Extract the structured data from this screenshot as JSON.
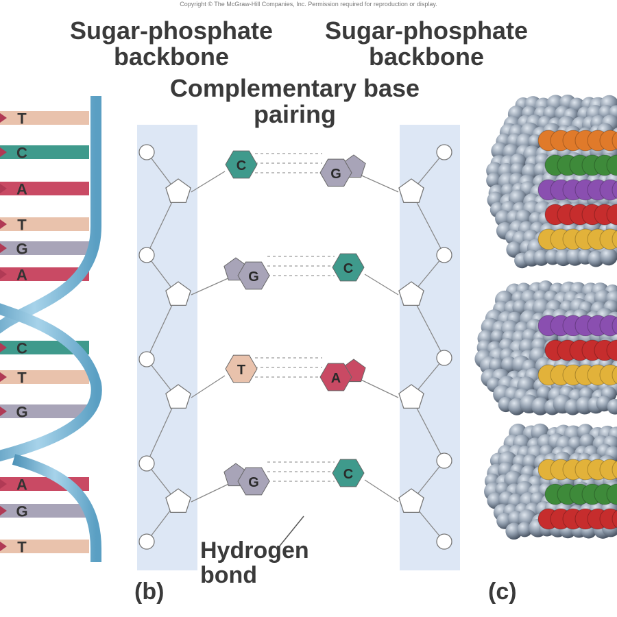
{
  "copyright": "Copyright © The McGraw-Hill Companies, Inc. Permission required for reproduction or display.",
  "labels": {
    "backbone_left": "Sugar-phosphate backbone",
    "backbone_right": "Sugar-phosphate backbone",
    "complementary": "Complementary base pairing",
    "hydrogen_bond": "Hydrogen bond",
    "panel_b": "(b)",
    "panel_c": "(c)"
  },
  "helix_bases": [
    "T",
    "C",
    "A",
    "T",
    "G",
    "A",
    "C",
    "T",
    "G",
    "A",
    "G",
    "T"
  ],
  "base_pairs": [
    {
      "left": "C",
      "right": "G"
    },
    {
      "left": "G",
      "right": "C"
    },
    {
      "left": "T",
      "right": "A"
    },
    {
      "left": "G",
      "right": "C"
    }
  ],
  "colors": {
    "A": "#c94a64",
    "T": "#e9c2ac",
    "C": "#3f9a8c",
    "G": "#a8a4b8",
    "backbone_panel": "#dde7f5",
    "helix_ribbon": "#7fb9d8"
  }
}
